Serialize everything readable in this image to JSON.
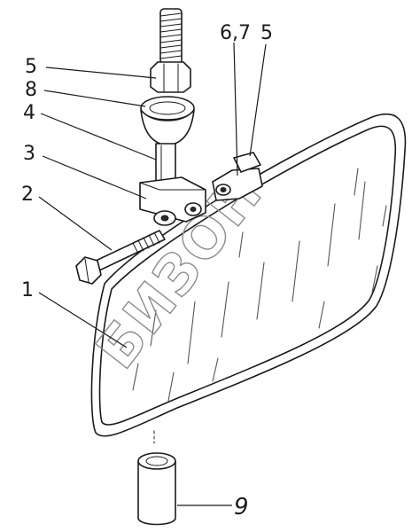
{
  "callouts": {
    "c1": "1",
    "c2": "2",
    "c3": "3",
    "c4": "4",
    "c5a": "5",
    "c8": "8",
    "c67": "6,7",
    "c5b": "5",
    "c9": "9"
  },
  "watermark": "БИЗОН",
  "colors": {
    "line": "#1b1b1b",
    "watermark": "#8c8c8c",
    "background": "#ffffff"
  }
}
